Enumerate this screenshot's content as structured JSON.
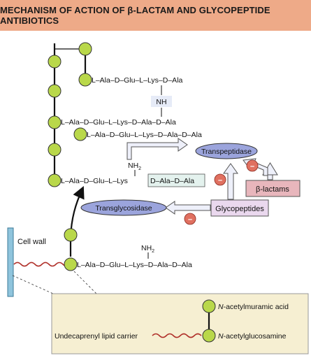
{
  "title": "MECHANISM OF ACTION OF β-LACTAM AND GLYCOPEPTIDE ANTIBIOTICS",
  "chains": {
    "top": "L–Ala–D–Glu–L–Lys–D–Ala",
    "nh": "NH",
    "middle": "L–Ala–D–Glu–L–Lys–D–Ala–D–Ala",
    "second": "L–Ala–D–Glu–L–Lys–D–Ala–D–Ala",
    "active_prefix": "L–Ala–D–Glu–L–Lys",
    "active_box": "D–Ala–D–Ala",
    "bottom": "L–Ala–D–Glu–L–Lys–D–Ala–D–Ala",
    "nh2_a": "NH",
    "nh2_b": "NH"
  },
  "enzymes": {
    "transpeptidase": "Transpeptidase",
    "transglycosidase": "Transglycosidase"
  },
  "drugs": {
    "glycopeptides": "Glycopeptides",
    "beta_lactams": "β-lactams"
  },
  "inhibit_symbol": "–",
  "cell_wall": "Cell wall",
  "legend": {
    "muramic_prefix": "N",
    "muramic_rest": "-acetylmuramic acid",
    "glucosamine_prefix": "N",
    "glucosamine_rest": "-acetylglucosamine",
    "carrier": "Undecaprenyl lipid carrier"
  },
  "colors": {
    "header": "#eeaa88",
    "sugar": "#b9d84a",
    "enzyme": "#9ba4dc",
    "inhibit": "#e07060",
    "glycopeptide_box": "#ead8ee",
    "beta_lactam_box": "#e8b6bc",
    "legend_box": "#f6efd2",
    "cell_wall": "#8fc4dc",
    "lipid": "#b0302a"
  }
}
